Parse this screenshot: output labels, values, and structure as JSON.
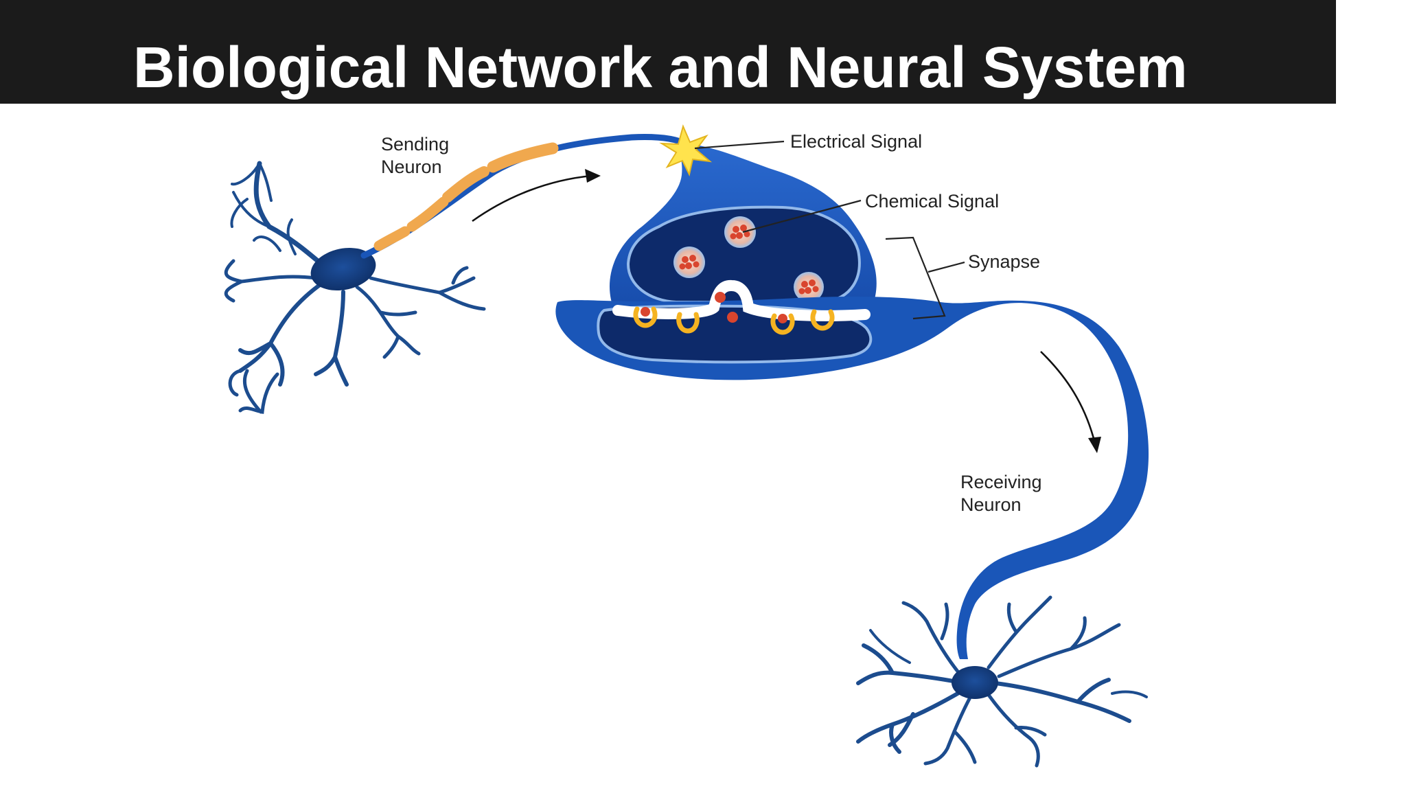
{
  "slide": {
    "title": "Biological Network and Neural System"
  },
  "diagram": {
    "labels": {
      "sending_neuron": [
        "Sending",
        "Neuron"
      ],
      "electrical_signal": "Electrical Signal",
      "chemical_signal": "Chemical Signal",
      "synapse": "Synapse",
      "receiving_neuron": [
        "Receiving",
        "Neuron"
      ]
    },
    "colors": {
      "title_bar": "#1b1b1b",
      "neuron_blue": "#1a56b8",
      "neuron_dark": "#0d2a6a",
      "dendrite": "#1c4c8e",
      "myelin": "#f0a84e",
      "vesicle": "#d9452e",
      "spark": "#ffe34d",
      "receptor": "#f5b321"
    }
  }
}
